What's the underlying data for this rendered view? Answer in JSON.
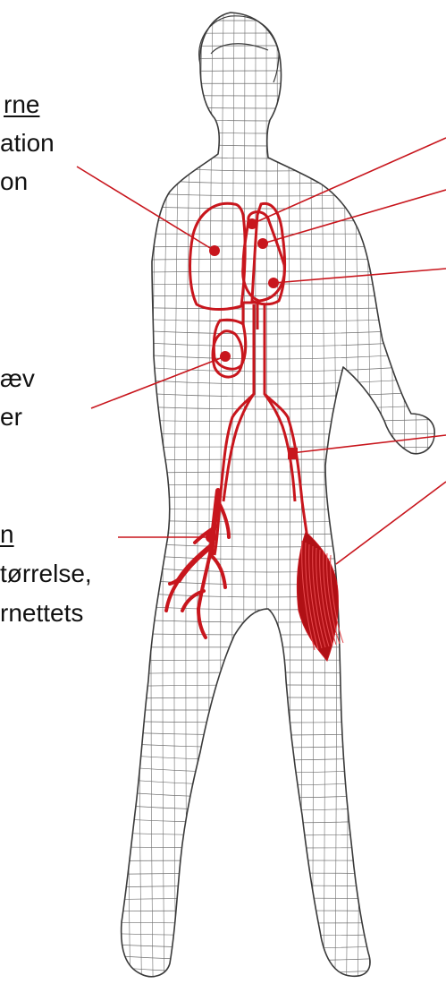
{
  "labels": {
    "lungs": [
      "rne",
      "ation",
      "on"
    ],
    "kidney": [
      "æv",
      "er"
    ],
    "leg": [
      "n",
      "tørrelse,",
      "rnettets"
    ]
  },
  "colors": {
    "outline": "#3a3a3a",
    "mesh": "#6e6e6e",
    "accent": "#c8161d",
    "muscle": "#b01015",
    "text": "#111111",
    "background": "#ffffff"
  }
}
